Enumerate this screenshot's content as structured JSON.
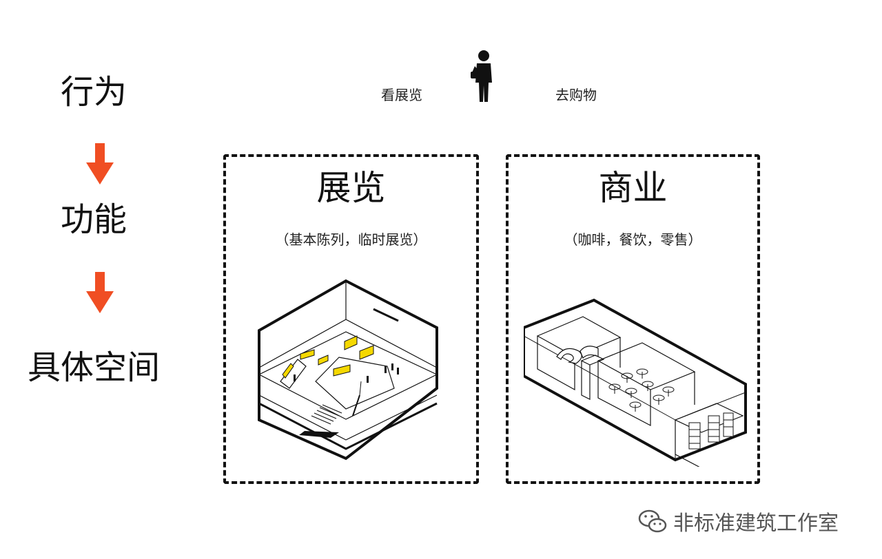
{
  "left_flow": {
    "behavior": "行为",
    "function": "功能",
    "space": "具体空间"
  },
  "top_actions": {
    "left": "看展览",
    "right": "去购物",
    "person_icon": "person-icon"
  },
  "panels": [
    {
      "title": "展览",
      "subtitle": "（基本陈列，临时展览）"
    },
    {
      "title": "商业",
      "subtitle": "（咖啡，餐饮，零售）"
    }
  ],
  "watermark": {
    "text": "非标准建筑工作室",
    "icon": "wechat-icon"
  },
  "colors": {
    "arrow": "#f04e23",
    "exhibit_accent": "#f5d800",
    "line": "#111111"
  }
}
